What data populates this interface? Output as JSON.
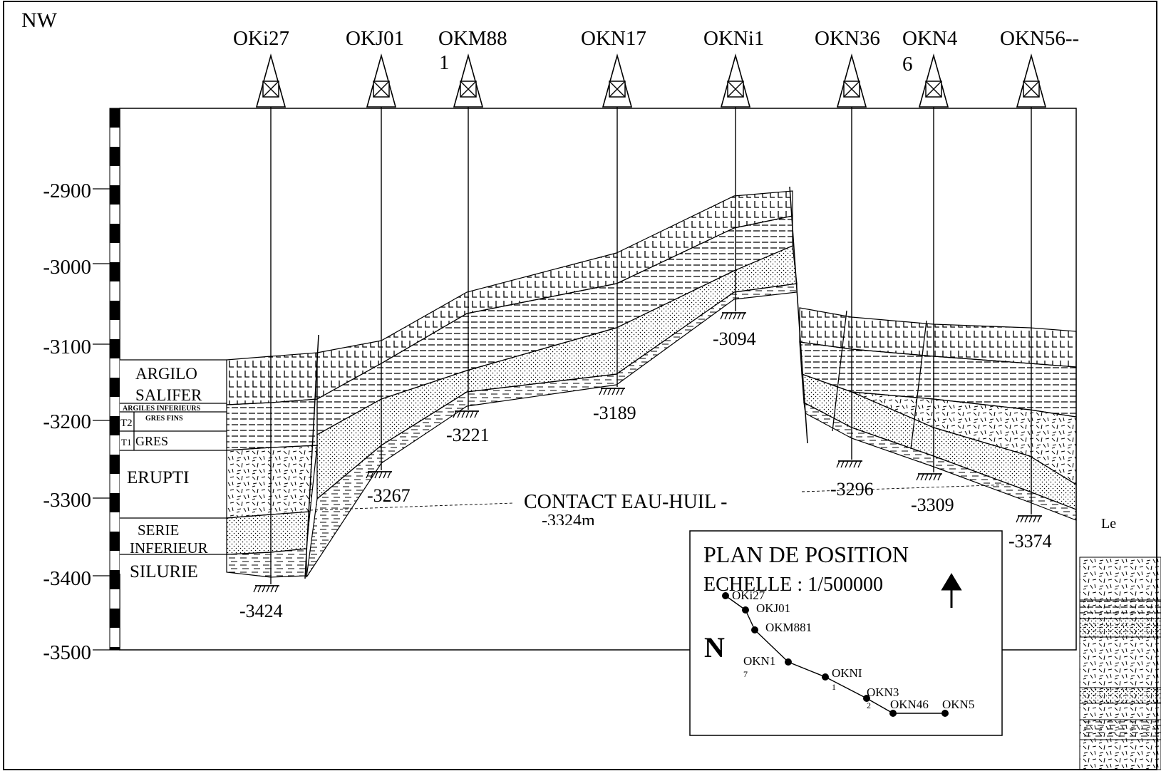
{
  "corner_label": "NW",
  "wells": [
    {
      "name": "OKi27",
      "name_line2": "",
      "depth": "-3424"
    },
    {
      "name": "OKJ01",
      "name_line2": "",
      "depth": "-3267"
    },
    {
      "name": "OKM88",
      "name_line2": "1",
      "depth": "-3221"
    },
    {
      "name": "OKN17",
      "name_line2": "",
      "depth": "-3189"
    },
    {
      "name": "OKNi1",
      "name_line2": "",
      "depth": "-3094"
    },
    {
      "name": "OKN36",
      "name_line2": "",
      "depth": "-3296"
    },
    {
      "name": "OKN4",
      "name_line2": "6",
      "depth": "-3309"
    },
    {
      "name": "OKN56--",
      "name_line2": "",
      "depth": "-3374"
    }
  ],
  "depth_axis": {
    "ticks": [
      "-2900",
      "-3000",
      "-3100",
      "-3200",
      "-3300",
      "-3400",
      "-3500"
    ]
  },
  "stratigraphy_legend": {
    "argilo": "ARGILO",
    "salifer": "SALIFER",
    "argiles_inferieurs": "ARGILES INFERIEURS",
    "t2": "T2",
    "gres_fins": "GRES FINS",
    "t1": "T1",
    "gres": "GRES",
    "erupti": "ERUPTI",
    "serie": "SERIE",
    "inferieur": "INFERIEUR",
    "silurie": "SILURIE"
  },
  "contact": {
    "label": "CONTACT EAU-HUIL -",
    "value": "-3324m"
  },
  "plan": {
    "title": "PLAN DE POSITION",
    "scale": "ECHELLE : 1/500000",
    "north": "N",
    "wells": [
      "OKi27",
      "OKJ01",
      "OKM881",
      "OKN1",
      "7",
      "OKNI",
      "1",
      "OKN3",
      "2",
      "OKN46",
      "OKN5"
    ]
  },
  "edge_fragment": "Le"
}
